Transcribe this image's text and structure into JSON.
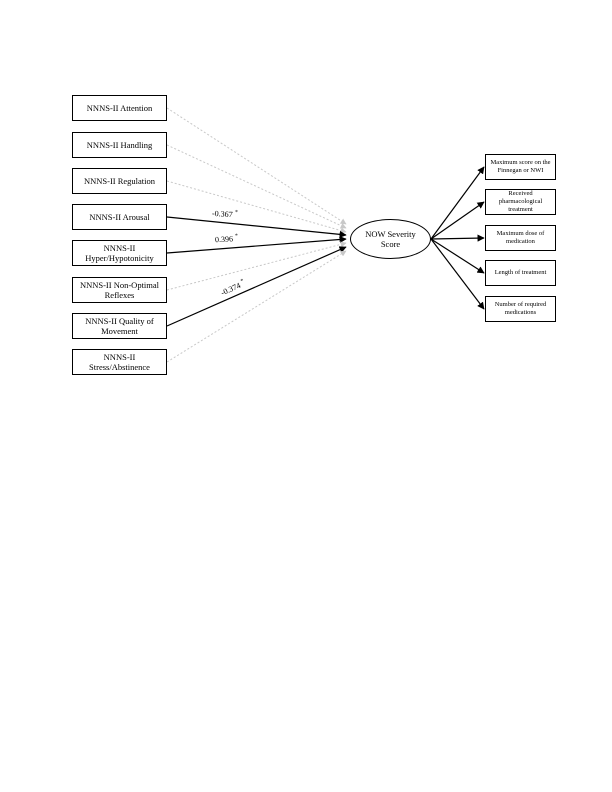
{
  "predictors": [
    {
      "label": "NNNS-II Attention",
      "significant": false
    },
    {
      "label": "NNNS-II Handling",
      "significant": false
    },
    {
      "label": "NNNS-II Regulation",
      "significant": false
    },
    {
      "label": "NNNS-II Arousal",
      "significant": true,
      "coefficient": "-0.367",
      "star": "*"
    },
    {
      "label": "NNNS-II Hyper/Hypotonicity",
      "significant": true,
      "coefficient": "0.396",
      "star": "*"
    },
    {
      "label": "NNNS-II Non-Optimal Reflexes",
      "significant": false
    },
    {
      "label": "NNNS-II Quality of Movement",
      "significant": true,
      "coefficient": "-0.374",
      "star": "*"
    },
    {
      "label": "NNNS-II Stress/Abstinence",
      "significant": false
    }
  ],
  "center": {
    "label": "NOW Severity Score"
  },
  "outcomes": [
    {
      "label": "Maximum score on the Finnegan or NWI"
    },
    {
      "label": "Received pharmacological treatment"
    },
    {
      "label": "Maximum dose of medication"
    },
    {
      "label": "Length of treatment"
    },
    {
      "label": "Number of required medications"
    }
  ],
  "colors": {
    "significant_path": "#000000",
    "nonsignificant_path": "#c8c8c8"
  }
}
